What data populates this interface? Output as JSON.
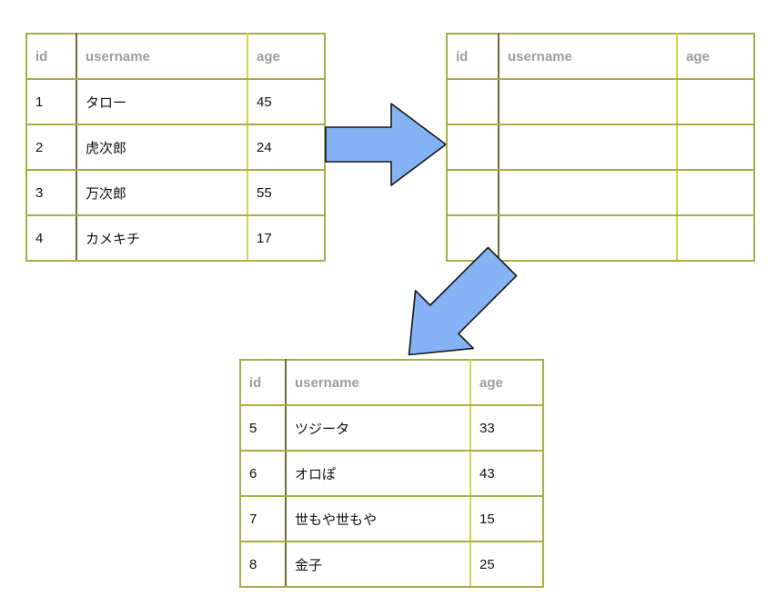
{
  "tables": {
    "source": {
      "headers": [
        "id",
        "username",
        "age"
      ],
      "rows": [
        [
          "1",
          "タロー",
          "45"
        ],
        [
          "2",
          "虎次郎",
          "24"
        ],
        [
          "3",
          "万次郎",
          "55"
        ],
        [
          "4",
          "カメキチ",
          "17"
        ]
      ]
    },
    "empty": {
      "headers": [
        "id",
        "username",
        "age"
      ],
      "rows": [
        [
          "",
          "",
          ""
        ],
        [
          "",
          "",
          ""
        ],
        [
          "",
          "",
          ""
        ],
        [
          "",
          "",
          ""
        ]
      ]
    },
    "result": {
      "headers": [
        "id",
        "username",
        "age"
      ],
      "rows": [
        [
          "5",
          "ツジータ",
          "33"
        ],
        [
          "6",
          "オロぽ",
          "43"
        ],
        [
          "7",
          "世もや世もや",
          "15"
        ],
        [
          "8",
          "金子",
          "25"
        ]
      ]
    }
  },
  "icons": {
    "arrow_right": "block-arrow-right",
    "arrow_down_left": "block-arrow-down-left"
  },
  "colors": {
    "table_border": "#a6ae48",
    "id_divider": "#6c6e2c",
    "age_divider": "#cdda48",
    "header_text": "#9e9e9e",
    "body_text": "#111111",
    "arrow_fill": "#84b2f4",
    "arrow_stroke": "#151515",
    "background": "#ffffff"
  }
}
